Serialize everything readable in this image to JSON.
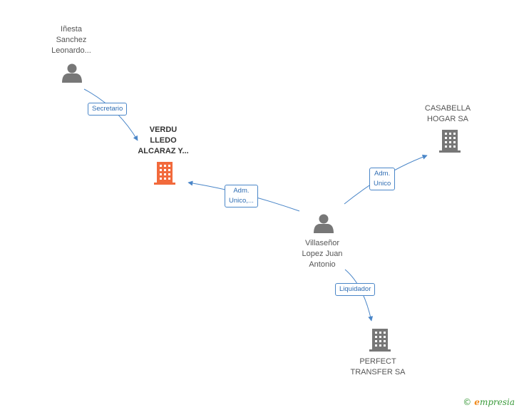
{
  "colors": {
    "edge": "#4a86c8",
    "person": "#777777",
    "company": "#777777",
    "company_main": "#f26a3c"
  },
  "nodes": {
    "person_iniesta": {
      "label": [
        "Iñesta",
        "Sanchez",
        "Leonardo..."
      ],
      "icon": "person-icon"
    },
    "company_verdu": {
      "label": [
        "VERDU",
        "LLEDO",
        "ALCARAZ Y..."
      ],
      "icon": "building-icon",
      "highlight": true
    },
    "company_casabella": {
      "label": [
        "CASABELLA",
        "HOGAR SA"
      ],
      "icon": "building-icon"
    },
    "person_villasenor": {
      "label": [
        "Villaseñor",
        "Lopez Juan",
        "Antonio"
      ],
      "icon": "person-icon"
    },
    "company_perfect": {
      "label": [
        "PERFECT",
        "TRANSFER SA"
      ],
      "icon": "building-icon"
    }
  },
  "edges": {
    "secretario": {
      "label": [
        "Secretario"
      ]
    },
    "adm_unico_verdu": {
      "label": [
        "Adm.",
        "Unico,..."
      ]
    },
    "adm_unico_casabella": {
      "label": [
        "Adm.",
        "Unico"
      ]
    },
    "liquidador": {
      "label": [
        "Liquidador"
      ]
    }
  },
  "watermark": {
    "copyright": "©",
    "brand_first": "e",
    "brand_rest": "mpresia"
  }
}
